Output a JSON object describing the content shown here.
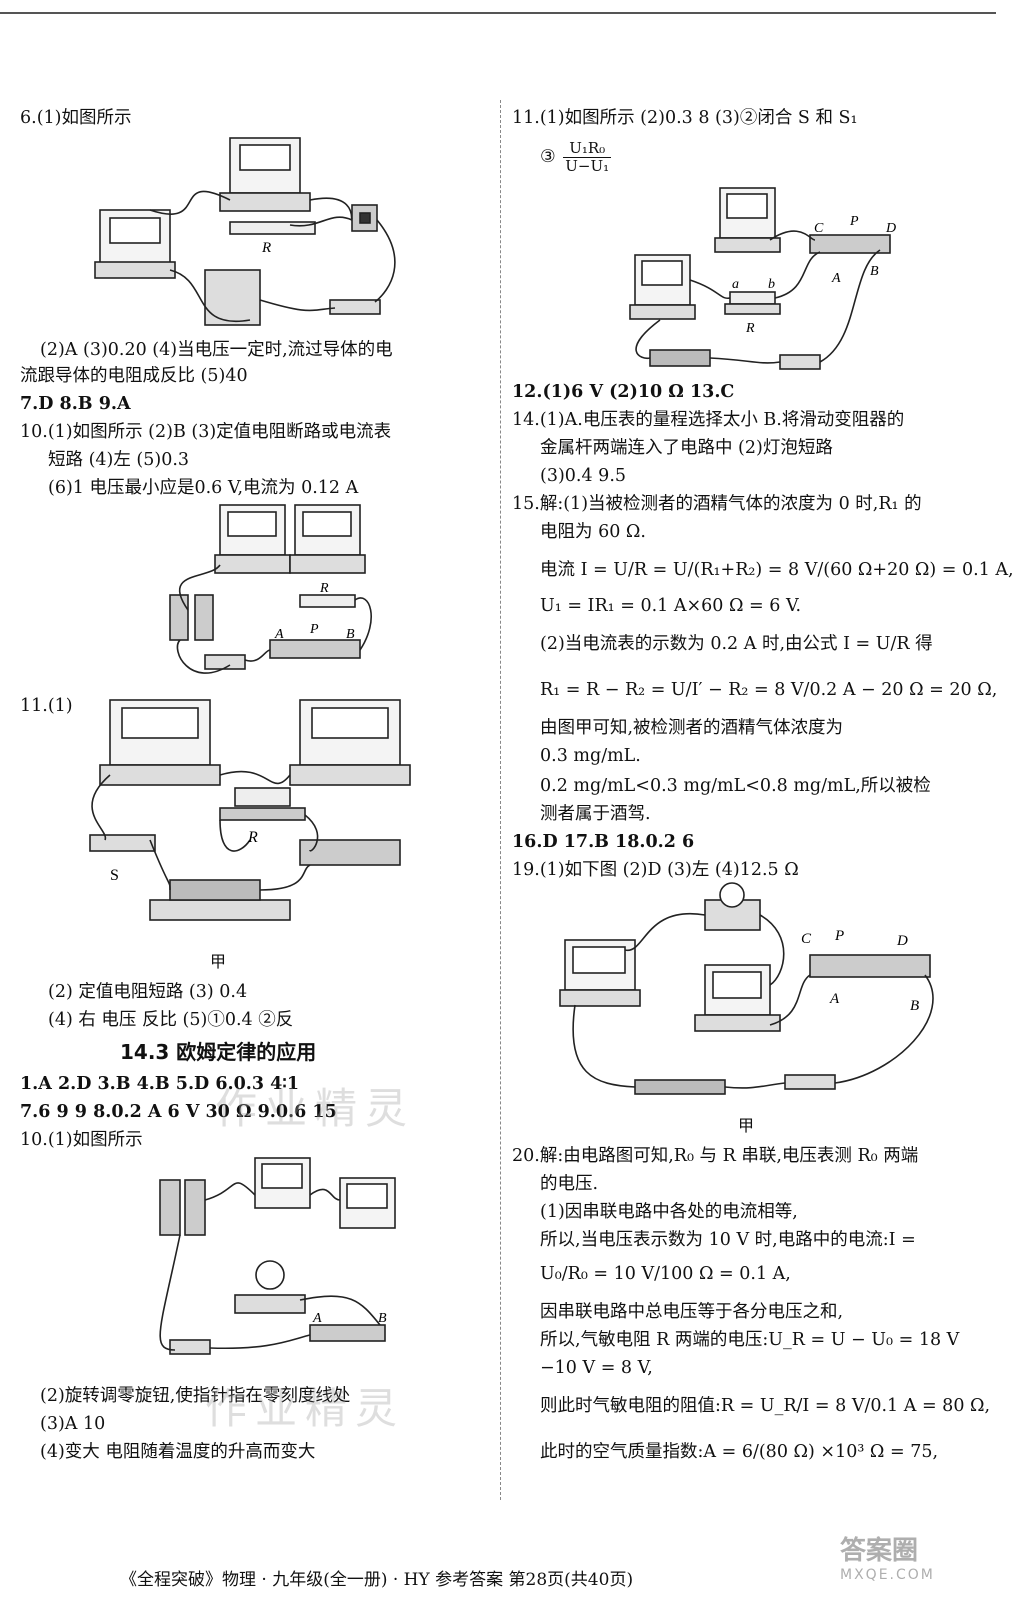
{
  "left": {
    "q6_1": "6.(1)如图所示",
    "q6_2a": "(2)A   (3)0.20   (4)当电压一定时,流过导体的电",
    "q6_2b": "流跟导体的电阻成反比   (5)40",
    "q7_9": "7.D   8.B   9.A",
    "q10_1": "10.(1)如图所示   (2)B   (3)定值电阻断路或电流表",
    "q10_2": "短路   (4)左   (5)0.3",
    "q10_3": "(6)1   电压最小应是0.6 V,电流为 0.12 A",
    "q11": "11.(1)",
    "q11_fig_label_S": "S",
    "q11_fig_label_R": "R",
    "q11_caption": "甲",
    "q11_2": "(2) 定值电阻短路   (3) 0.4",
    "q11_4": "(4) 右   电压   反比   (5)①0.4   ②反",
    "section": "14.3   欧姆定律的应用",
    "s_line1": "1.A   2.D   3.B   4.B   5.D   6.0.3   4∶1",
    "s_line2": "7.6   9   9   8.0.2 A   6 V   30 Ω   9.0.6   15",
    "s_q10": "10.(1)如图所示",
    "s_q10_2": "(2)旋转调零旋钮,使指针指在零刻度线处",
    "s_q10_3": "(3)A   10",
    "s_q10_4": "(4)变大   电阻随着温度的升高而变大",
    "fig_R": "R"
  },
  "right": {
    "q11_1": "11.(1)如图所示   (2)0.3   8   (3)②闭合 S 和 S₁",
    "q11_3_prefix": "③",
    "q11_3_num": "U₁R₀",
    "q11_3_den": "U−U₁",
    "q12_13": "12.(1)6 V   (2)10 Ω   13.C",
    "q14_1": "14.(1)A.电压表的量程选择太小   B.将滑动变阻器的",
    "q14_2": "金属杆两端连入了电路中   (2)灯泡短路",
    "q14_3": "(3)0.4   9.5",
    "q15_1": "15.解:(1)当被检测者的酒精气体的浓度为 0 时,R₁ 的",
    "q15_2": "电阻为 60 Ω.",
    "q15_3": "电流 I = U/R = U/(R₁+R₂) = 8 V/(60 Ω+20 Ω) = 0.1 A,",
    "q15_4": "U₁ = IR₁ = 0.1 A×60 Ω = 6 V.",
    "q15_5": "(2)当电流表的示数为 0.2 A 时,由公式 I = U/R 得",
    "q15_6": "R₁ = R − R₂ = U/I′ − R₂ = 8 V/0.2 A − 20 Ω = 20 Ω,",
    "q15_7": "由图甲可知,被检测者的酒精气体浓度为",
    "q15_8": "0.3 mg/mL.",
    "q15_9": "0.2 mg/mL<0.3 mg/mL<0.8 mg/mL,所以被检",
    "q15_10": "测者属于酒驾.",
    "q16_18": "16.D   17.B   18.0.2   6",
    "q19": "19.(1)如下图   (2)D   (3)左   (4)12.5 Ω",
    "q19_caption": "甲",
    "q20_1": "20.解:由电路图可知,R₀ 与 R 串联,电压表测 R₀ 两端",
    "q20_2": "的电压.",
    "q20_3": "(1)因串联电路中各处的电流相等,",
    "q20_4": "所以,当电压表示数为 10 V 时,电路中的电流:I =",
    "q20_5": "U₀/R₀ = 10 V/100 Ω = 0.1 A,",
    "q20_6": "因串联电路中总电压等于各分电压之和,",
    "q20_7": "所以,气敏电阻 R 两端的电压:U_R = U − U₀ = 18 V",
    "q20_8": "−10 V = 8 V,",
    "q20_9": "则此时气敏电阻的阻值:R = U_R/I = 8 V/0.1 A = 80 Ω,",
    "q20_10": "此时的空气质量指数:A = 6/(80 Ω) ×10³ Ω = 75,",
    "fig11_labels": [
      "C",
      "P",
      "D",
      "B",
      "A",
      "a",
      "b",
      "R"
    ],
    "fig19_labels": [
      "C",
      "P",
      "D",
      "A",
      "B"
    ]
  },
  "footer": "《全程突破》物理 · 九年级(全一册) · HY   参考答案   第28页(共40页)",
  "watermark": "作业精灵",
  "logo_text": "答案圈",
  "logo_url": "MXQE.COM"
}
